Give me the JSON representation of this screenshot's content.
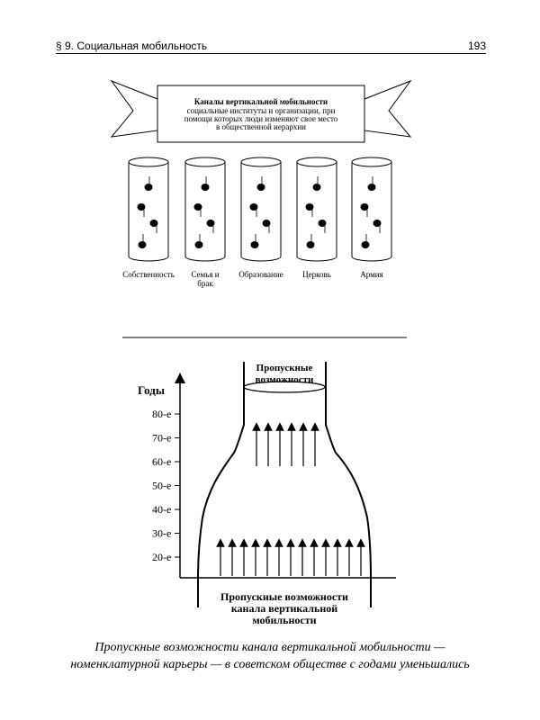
{
  "header": {
    "section": "§ 9. Социальная мобильность",
    "page_number": "193"
  },
  "figure1": {
    "banner_title": "Каналы вертикальной мобильности",
    "banner_lines": [
      "социальные институты и организации, при",
      "помощи которых люди изменяют свое место",
      "в общественной иерархии"
    ],
    "channels": [
      {
        "lines": [
          "Собственность"
        ]
      },
      {
        "lines": [
          "Семья и",
          "брак"
        ]
      },
      {
        "lines": [
          "Образование"
        ]
      },
      {
        "lines": [
          "Церковь"
        ]
      },
      {
        "lines": [
          "Армия"
        ]
      }
    ]
  },
  "figure2": {
    "axis_label": "Годы",
    "ticks": [
      "80-е",
      "70-е",
      "60-е",
      "50-е",
      "40-е",
      "30-е",
      "20-е"
    ],
    "top_label": [
      "Пропускные",
      "возможности"
    ],
    "bottom_label": [
      "Пропускные возможности",
      "канала вертикальной",
      "мобильности"
    ]
  },
  "caption": [
    "Пропускные возможности канала вертикальной мобильности —",
    "номенклатурной карьеры — в советском обществе с годами уменьшались"
  ]
}
